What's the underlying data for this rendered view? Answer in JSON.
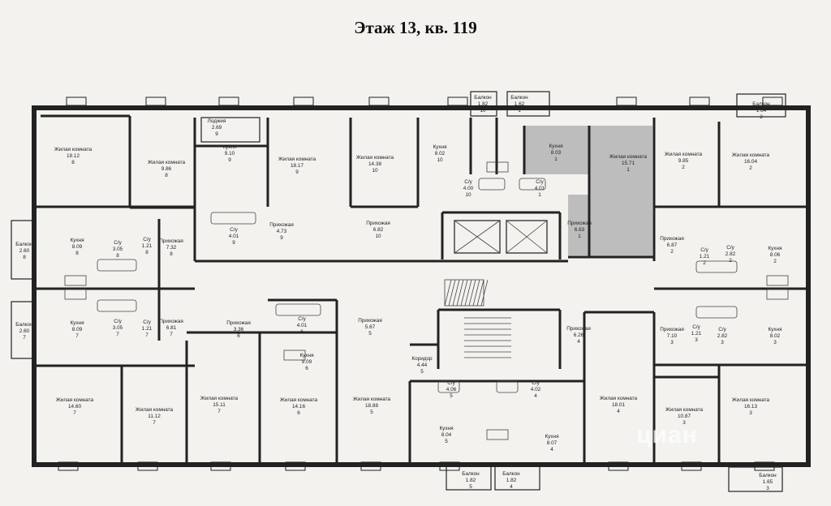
{
  "title": "Этаж 13, кв. 119",
  "highlight_color": "#bdbdbd",
  "watermark": "циан",
  "rooms": [
    {
      "key": "r01",
      "name": "Жилая комната",
      "area": "19.12",
      "num": "8"
    },
    {
      "key": "r02",
      "name": "Жилая комната",
      "area": "9.86",
      "num": "8"
    },
    {
      "key": "r03",
      "name": "Лоджия",
      "area": "2.69",
      "num": "9"
    },
    {
      "key": "r04",
      "name": "Кухня",
      "area": "9.10",
      "num": "9"
    },
    {
      "key": "r05",
      "name": "Жилая комната",
      "area": "18.17",
      "num": "9"
    },
    {
      "key": "r06",
      "name": "Жилая комната",
      "area": "14.38",
      "num": "10"
    },
    {
      "key": "r07",
      "name": "Кухня",
      "area": "8.02",
      "num": "10"
    },
    {
      "key": "r08",
      "name": "Балкон",
      "area": "1.82",
      "num": "10"
    },
    {
      "key": "r09",
      "name": "Балкон",
      "area": "1.62",
      "num": "1"
    },
    {
      "key": "r10",
      "name": "Кухня",
      "area": "8.03",
      "num": "1"
    },
    {
      "key": "r11",
      "name": "Жилая комната",
      "area": "15.71",
      "num": "1"
    },
    {
      "key": "r12",
      "name": "Жилая комната",
      "area": "9.85",
      "num": "2"
    },
    {
      "key": "r13",
      "name": "Жилая комната",
      "area": "16.04",
      "num": "2"
    },
    {
      "key": "r14",
      "name": "Балкон",
      "area": "1.64",
      "num": "2"
    },
    {
      "key": "r15",
      "name": "Балкон",
      "area": "2.60",
      "num": "8"
    },
    {
      "key": "r16",
      "name": "Кухня",
      "area": "8.09",
      "num": "8"
    },
    {
      "key": "r17",
      "name": "С/у",
      "area": "3.05",
      "num": "8"
    },
    {
      "key": "r18",
      "name": "С/у",
      "area": "1.21",
      "num": "8"
    },
    {
      "key": "r19",
      "name": "Прихожая",
      "area": "7.32",
      "num": "8"
    },
    {
      "key": "r20",
      "name": "С/у",
      "area": "4.01",
      "num": "9"
    },
    {
      "key": "r21",
      "name": "Прихожая",
      "area": "4.73",
      "num": "9"
    },
    {
      "key": "r22",
      "name": "С/у",
      "area": "4.00",
      "num": "10"
    },
    {
      "key": "r23",
      "name": "С/у",
      "area": "4.01",
      "num": "1"
    },
    {
      "key": "r24",
      "name": "Прихожая",
      "area": "6.82",
      "num": "10"
    },
    {
      "key": "r25",
      "name": "Прихожая",
      "area": "6.63",
      "num": "1"
    },
    {
      "key": "r26",
      "name": "Прихожая",
      "area": "6.87",
      "num": "2"
    },
    {
      "key": "r27",
      "name": "С/у",
      "area": "1.21",
      "num": "2"
    },
    {
      "key": "r28",
      "name": "С/у",
      "area": "2.82",
      "num": "2"
    },
    {
      "key": "r29",
      "name": "Кухня",
      "area": "8.06",
      "num": "2"
    },
    {
      "key": "r30",
      "name": "Балкон",
      "area": "2.60",
      "num": "7"
    },
    {
      "key": "r31",
      "name": "Кухня",
      "area": "8.09",
      "num": "7"
    },
    {
      "key": "r32",
      "name": "С/у",
      "area": "3.05",
      "num": "7"
    },
    {
      "key": "r33",
      "name": "С/у",
      "area": "1.21",
      "num": "7"
    },
    {
      "key": "r34",
      "name": "Прихожая",
      "area": "6.81",
      "num": "7"
    },
    {
      "key": "r35",
      "name": "Прихожая",
      "area": "3.36",
      "num": "6"
    },
    {
      "key": "r36",
      "name": "С/у",
      "area": "4.01",
      "num": "6"
    },
    {
      "key": "r37",
      "name": "Кухня",
      "area": "9.09",
      "num": "6"
    },
    {
      "key": "r38",
      "name": "Прихожая",
      "area": "5.67",
      "num": "5"
    },
    {
      "key": "r39",
      "name": "Коридор",
      "area": "4.44",
      "num": "5"
    },
    {
      "key": "r40",
      "name": "С/у",
      "area": "4.06",
      "num": "5"
    },
    {
      "key": "r41",
      "name": "С/у",
      "area": "4.02",
      "num": "4"
    },
    {
      "key": "r42",
      "name": "Прихожая",
      "area": "6.26",
      "num": "4"
    },
    {
      "key": "r43",
      "name": "Прихожая",
      "area": "7.10",
      "num": "3"
    },
    {
      "key": "r44",
      "name": "С/у",
      "area": "1.21",
      "num": "3"
    },
    {
      "key": "r45",
      "name": "С/у",
      "area": "2.82",
      "num": "3"
    },
    {
      "key": "r46",
      "name": "Кухня",
      "area": "8.02",
      "num": "3"
    },
    {
      "key": "r47",
      "name": "Жилая комната",
      "area": "14.60",
      "num": "7"
    },
    {
      "key": "r48",
      "name": "Жилая комната",
      "area": "11.12",
      "num": "7"
    },
    {
      "key": "r49",
      "name": "Жилая комната",
      "area": "15.11",
      "num": "7"
    },
    {
      "key": "r50",
      "name": "Жилая комната",
      "area": "14.16",
      "num": "6"
    },
    {
      "key": "r51",
      "name": "Жилая комната",
      "area": "18.88",
      "num": "5"
    },
    {
      "key": "r52",
      "name": "Кухня",
      "area": "8.04",
      "num": "5"
    },
    {
      "key": "r53",
      "name": "Кухня",
      "area": "8.07",
      "num": "4"
    },
    {
      "key": "r54",
      "name": "Жилая комната",
      "area": "18.01",
      "num": "4"
    },
    {
      "key": "r55",
      "name": "Жилая комната",
      "area": "10.87",
      "num": "3"
    },
    {
      "key": "r56",
      "name": "Жилая комната",
      "area": "16.13",
      "num": "3"
    },
    {
      "key": "r57",
      "name": "Балкон",
      "area": "1.82",
      "num": "5"
    },
    {
      "key": "r58",
      "name": "Балкон",
      "area": "1.82",
      "num": "4"
    },
    {
      "key": "r59",
      "name": "Балкон",
      "area": "1.65",
      "num": "3"
    }
  ]
}
